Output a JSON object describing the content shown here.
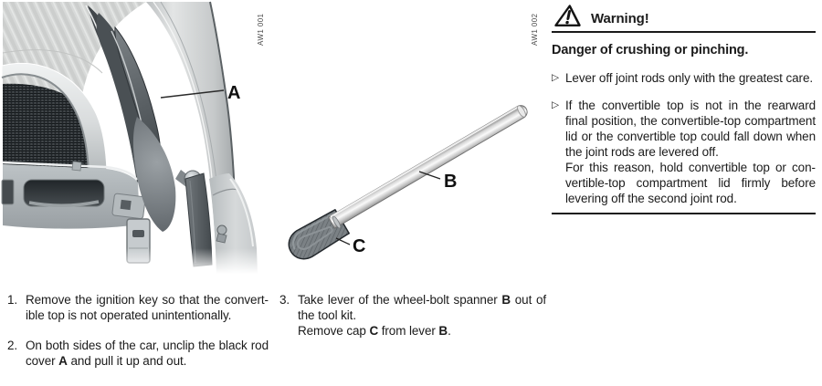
{
  "page": {
    "background": "#ffffff",
    "text_color": "#1b1b1b",
    "rule_color": "#1a1a1a"
  },
  "figures": {
    "fig1": {
      "code": "AW1 001",
      "callout_a": "A"
    },
    "fig2": {
      "code": "AW1 002",
      "callout_b": "B",
      "callout_c": "C"
    }
  },
  "warning": {
    "title": "Warning!",
    "heading": "Danger of crushing or pinching.",
    "bullet_marker": "▷",
    "bullets": [
      {
        "paras": [
          "Lever off joint rods only with the greatest care."
        ]
      },
      {
        "paras": [
          "If the convertible top is not in the rearward final position, the convertible-top compartment lid or the convertible top could fall down when the joint rods are levered off.",
          "For this reason, hold convertible top or con­vertible-top compartment lid firmly before levering off the second joint rod."
        ]
      }
    ]
  },
  "steps": [
    {
      "num": "1.",
      "segments": [
        {
          "t": "Remove the ignition key so that the convert­ible top is not operated unintentionally."
        }
      ]
    },
    {
      "num": "2.",
      "segments": [
        {
          "t": "On both sides of the car, unclip the black rod cover "
        },
        {
          "t": "A",
          "b": true
        },
        {
          "t": " and pull it up and out."
        }
      ]
    },
    {
      "num": "3.",
      "segments": [
        {
          "t": "Take lever of the wheel-bolt spanner "
        },
        {
          "t": "B",
          "b": true
        },
        {
          "t": " out of the tool kit."
        },
        {
          "br": true
        },
        {
          "t": "Remove cap "
        },
        {
          "t": "C",
          "b": true
        },
        {
          "t": " from lever "
        },
        {
          "t": "B",
          "b": true
        },
        {
          "t": "."
        }
      ]
    }
  ]
}
